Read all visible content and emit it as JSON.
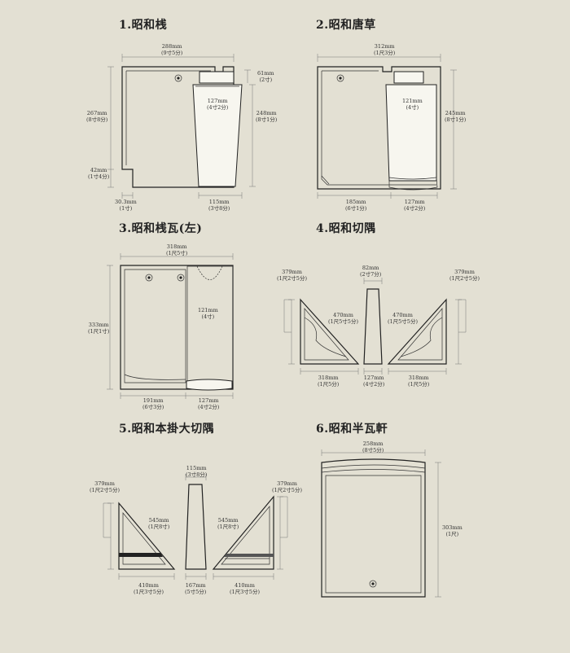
{
  "sections": [
    {
      "title": "1.昭和桟",
      "dims": [
        {
          "mm": "288mm",
          "sun": "(9寸5分)"
        },
        {
          "mm": "61mm",
          "sun": "(2寸)"
        },
        {
          "mm": "267mm",
          "sun": "(8寸8分)"
        },
        {
          "mm": "127mm",
          "sun": "(4寸2分)"
        },
        {
          "mm": "248mm",
          "sun": "(8寸1分)"
        },
        {
          "mm": "42mm",
          "sun": "(1寸4分)"
        },
        {
          "mm": "30.3mm",
          "sun": "(1寸)"
        },
        {
          "mm": "115mm",
          "sun": "(3寸8分)"
        }
      ]
    },
    {
      "title": "2.昭和唐草",
      "dims": [
        {
          "mm": "312mm",
          "sun": "(1尺3分)"
        },
        {
          "mm": "121mm",
          "sun": "(4寸)"
        },
        {
          "mm": "245mm",
          "sun": "(8寸1分)"
        },
        {
          "mm": "185mm",
          "sun": "(6寸1分)"
        },
        {
          "mm": "127mm",
          "sun": "(4寸2分)"
        }
      ]
    },
    {
      "title": "3.昭和桟瓦(左)",
      "dims": [
        {
          "mm": "318mm",
          "sun": "(1尺5寸)"
        },
        {
          "mm": "121mm",
          "sun": "(4寸)"
        },
        {
          "mm": "333mm",
          "sun": "(1尺1寸)"
        },
        {
          "mm": "191mm",
          "sun": "(6寸3分)"
        },
        {
          "mm": "127mm",
          "sun": "(4寸2分)"
        }
      ]
    },
    {
      "title": "4.昭和切隅",
      "dims": [
        {
          "mm": "379mm",
          "sun": "(1尺2寸5分)"
        },
        {
          "mm": "82mm",
          "sun": "(2寸7分)"
        },
        {
          "mm": "379mm",
          "sun": "(1尺2寸5分)"
        },
        {
          "mm": "470mm",
          "sun": "(1尺5寸5分)"
        },
        {
          "mm": "470mm",
          "sun": "(1尺5寸5分)"
        },
        {
          "mm": "318mm",
          "sun": "(1尺5分)"
        },
        {
          "mm": "127mm",
          "sun": "(4寸2分)"
        },
        {
          "mm": "318mm",
          "sun": "(1尺5分)"
        }
      ]
    },
    {
      "title": "5.昭和本掛大切隅",
      "dims": [
        {
          "mm": "115mm",
          "sun": "(3寸8分)"
        },
        {
          "mm": "379mm",
          "sun": "(1尺2寸5分)"
        },
        {
          "mm": "379mm",
          "sun": "(1尺2寸5分)"
        },
        {
          "mm": "545mm",
          "sun": "(1尺8寸)"
        },
        {
          "mm": "545mm",
          "sun": "(1尺8寸)"
        },
        {
          "mm": "410mm",
          "sun": "(1尺3寸5分)"
        },
        {
          "mm": "167mm",
          "sun": "(5寸5分)"
        },
        {
          "mm": "410mm",
          "sun": "(1尺3寸5分)"
        }
      ]
    },
    {
      "title": "6.昭和半瓦軒",
      "dims": [
        {
          "mm": "258mm",
          "sun": "(8寸5分)"
        },
        {
          "mm": "303mm",
          "sun": "(1尺)"
        }
      ]
    }
  ]
}
